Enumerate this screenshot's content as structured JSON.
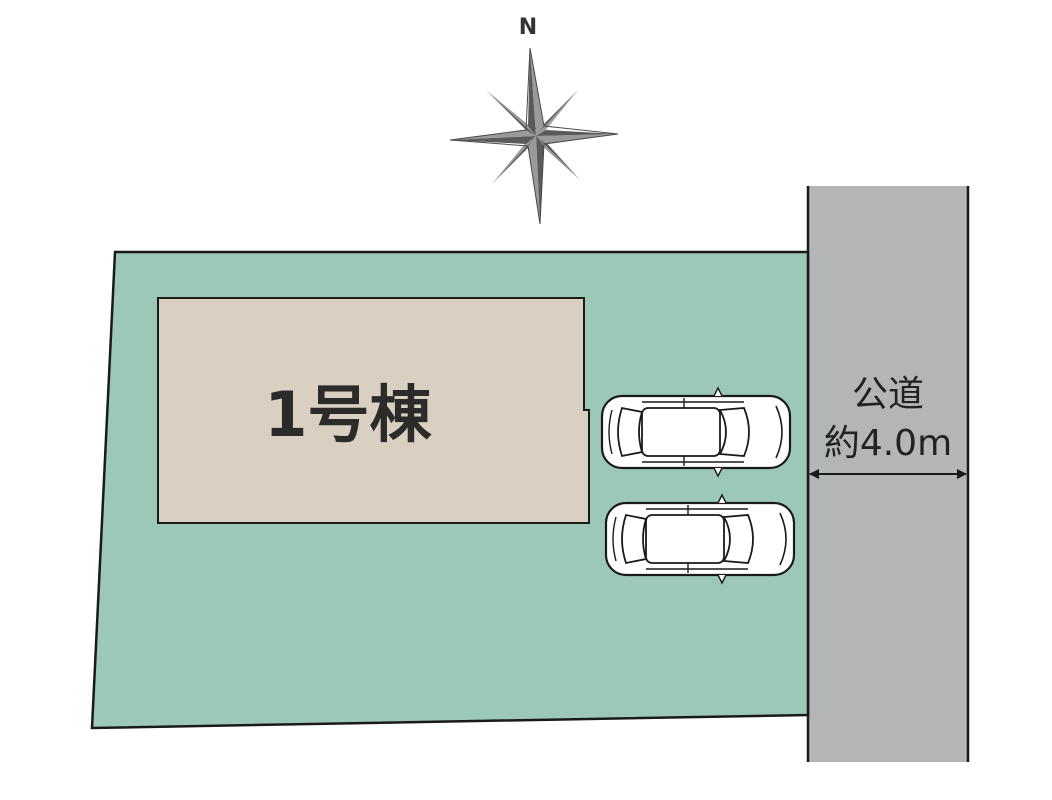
{
  "compass": {
    "north_label": "N"
  },
  "building": {
    "label": "1号棟"
  },
  "road": {
    "name": "公道",
    "width_label": "約4.0m"
  },
  "parking": {
    "car_count": 2
  },
  "colors": {
    "lot_fill": "#9cc8b7",
    "building_fill": "#d9d0c2",
    "road_fill": "#b4b5b7",
    "outline": "#1a1a1a",
    "compass_fill": "#5a5a5a",
    "car_fill": "#ffffff"
  }
}
